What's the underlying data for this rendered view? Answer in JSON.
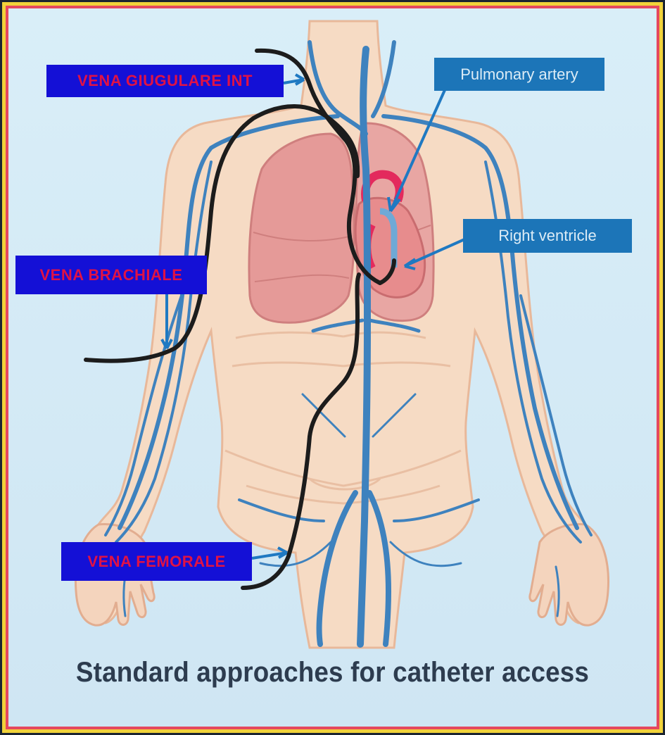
{
  "labels": {
    "jugular": "VENA GIUGULARE INT",
    "brachial": "VENA BRACHIALE",
    "femoral": "VENA FEMORALE",
    "pulmonary_artery": "Pulmonary artery",
    "right_ventricle": "Right ventricle"
  },
  "caption": "Standard approaches for catheter access",
  "colors": {
    "background": "#d6ebf6",
    "frame_outer": "#f1d23a",
    "frame_inner": "#e5485e",
    "vein": "#3e82be",
    "catheter": "#1c1c1c",
    "lung": "#e59a98",
    "skin": "#f6dbc4",
    "label_dark_box": "#1410d6",
    "label_dark_text": "#e01245",
    "label_light_box": "#1c75b8",
    "label_light_text": "#dcecf6"
  }
}
